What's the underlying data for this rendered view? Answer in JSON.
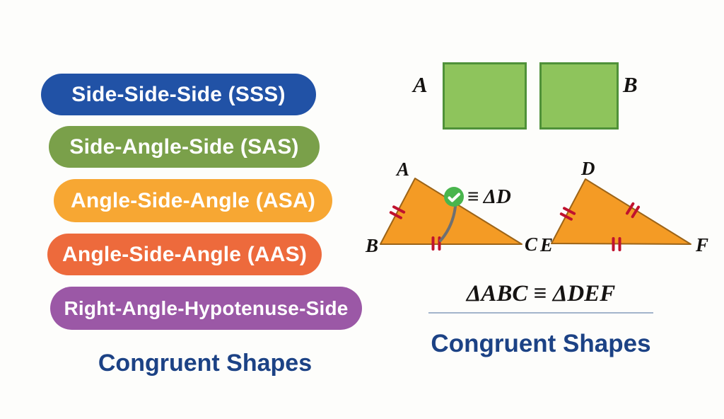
{
  "left_panel": {
    "criteria": [
      {
        "label": "Side-Side-Side (SSS)",
        "color": "#2152a6"
      },
      {
        "label": "Side-Angle-Side (SAS)",
        "color": "#7aa04a"
      },
      {
        "label": "Angle-Side-Angle (ASA)",
        "color": "#f7a733"
      },
      {
        "label": "Angle-Side-Angle (AAS)",
        "color": "#ed6a3c"
      },
      {
        "label": "Right-Angle-Hypotenuse-Side",
        "color": "#9b58a6"
      }
    ],
    "heading": "Congruent Shapes"
  },
  "squares_figure": {
    "left_label": "A",
    "right_label": "B",
    "fill": "#8ec45c",
    "stroke": "#4f9139"
  },
  "triangles_figure": {
    "fill": "#f49b25",
    "stroke": "#9c6418",
    "tick_color": "#c0122e",
    "check_color": "#49b54d",
    "curve_color": "#6e7072",
    "annotation": "≡ ΔD",
    "triangle_abc": {
      "a": "A",
      "b": "B",
      "c": "C"
    },
    "triangle_def": {
      "d": "D",
      "e": "E",
      "f": "F"
    }
  },
  "congruence_statement": {
    "text": "ΔABC ≡ ΔDEF",
    "heading": "Congruent Shapes"
  }
}
